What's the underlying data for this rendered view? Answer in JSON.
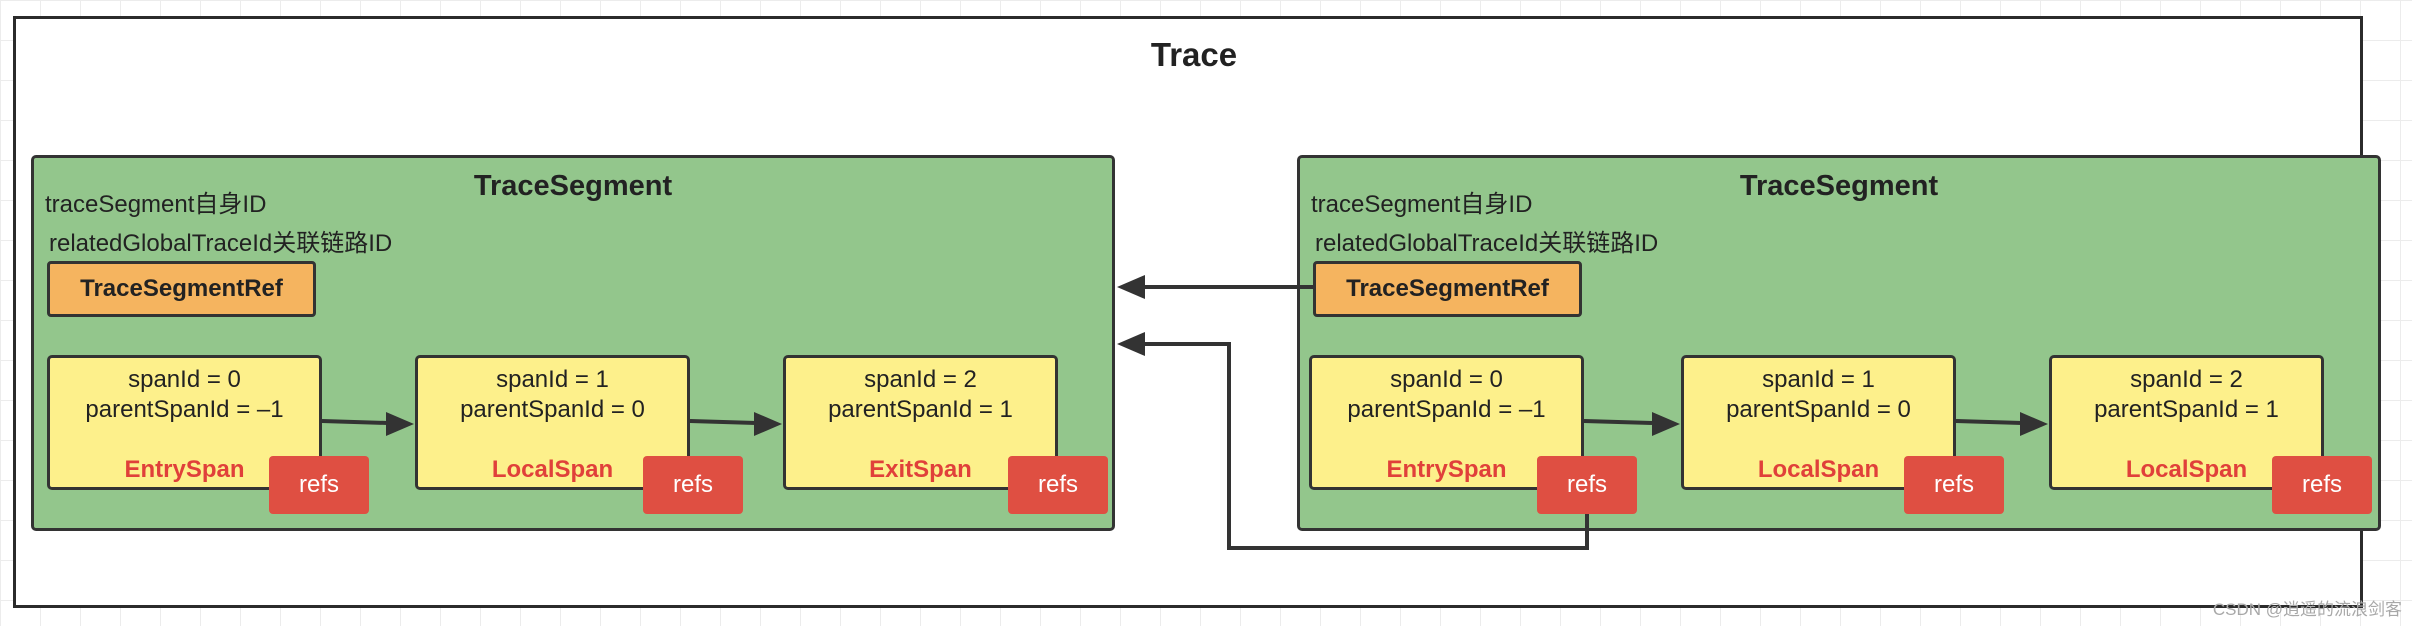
{
  "trace": {
    "title": "Trace"
  },
  "segments": [
    {
      "title": "TraceSegment",
      "segment_id_label": "traceSegment自身ID",
      "related_label": "relatedGlobalTraceId关联链路ID",
      "ref_label": "TraceSegmentRef",
      "spans": [
        {
          "span_id": "spanId = 0",
          "parent_span_id": "parentSpanId = –1",
          "kind": "EntrySpan",
          "refs": "refs"
        },
        {
          "span_id": "spanId = 1",
          "parent_span_id": "parentSpanId = 0",
          "kind": "LocalSpan",
          "refs": "refs"
        },
        {
          "span_id": "spanId = 2",
          "parent_span_id": "parentSpanId = 1",
          "kind": "ExitSpan",
          "refs": "refs"
        }
      ]
    },
    {
      "title": "TraceSegment",
      "segment_id_label": "traceSegment自身ID",
      "related_label": "relatedGlobalTraceId关联链路ID",
      "ref_label": "TraceSegmentRef",
      "spans": [
        {
          "span_id": "spanId = 0",
          "parent_span_id": "parentSpanId = –1",
          "kind": "EntrySpan",
          "refs": "refs"
        },
        {
          "span_id": "spanId = 1",
          "parent_span_id": "parentSpanId = 0",
          "kind": "LocalSpan",
          "refs": "refs"
        },
        {
          "span_id": "spanId = 2",
          "parent_span_id": "parentSpanId = 1",
          "kind": "LocalSpan",
          "refs": "refs"
        }
      ]
    }
  ],
  "watermark": "CSDN @逍遥的流浪剑客",
  "colors": {
    "segment_fill": "#93c68c",
    "span_fill": "#fdf08b",
    "ref_fill": "#f5b45f",
    "refs_fill": "#df4f42",
    "span_kind_text": "#e0403a"
  }
}
